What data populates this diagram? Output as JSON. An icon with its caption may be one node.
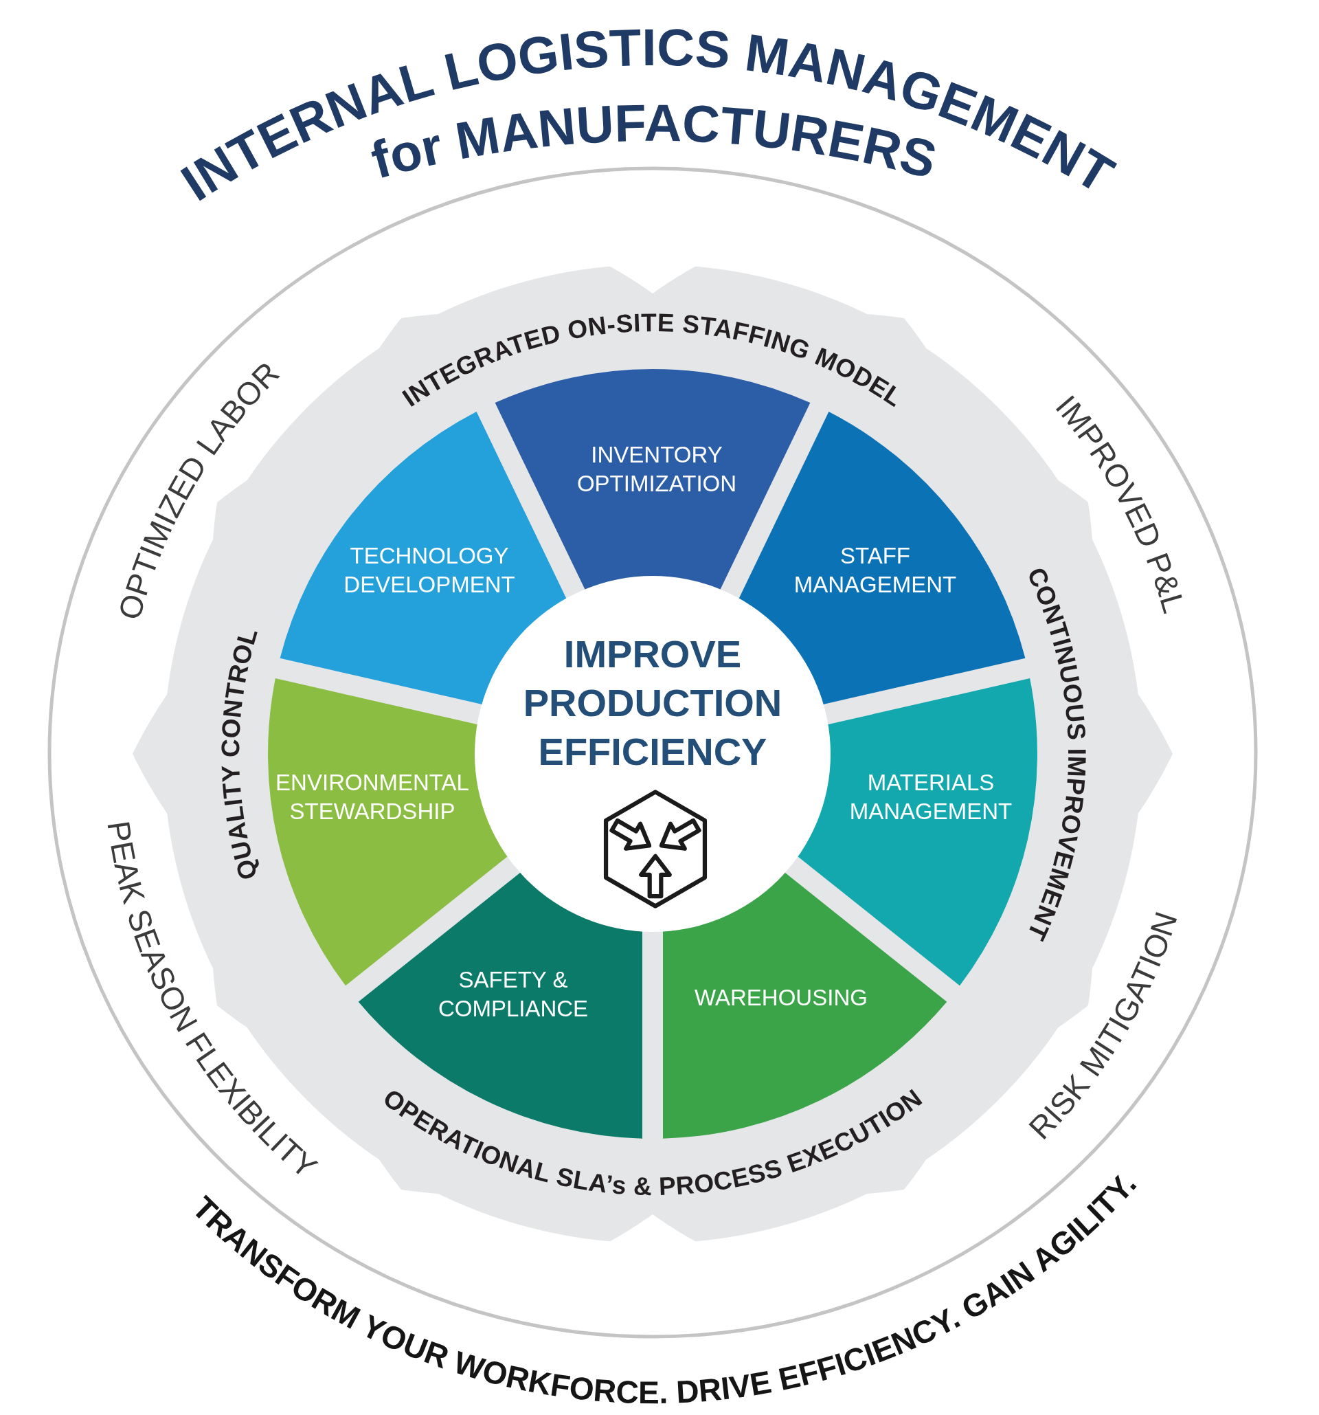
{
  "diagram": {
    "title": "INTERNAL LOGISTICS MANAGEMENT for MANUFACTURERS",
    "nodes": [
      {
        "text": [
          "OPTIMIZED LABOR",
          "IMPROVED P&L",
          "RISK MITIGATION",
          "PEAK SEASON FLEXIBILITY"
        ]
      },
      {
        "text": [
          "INTEGRATED ON-SITE STAFFING MODEL",
          "CONTINUOUS IMPROVEMENT",
          "OPERATIONAL SLA’s & PROCESS EXECUTION",
          "QUALITY CONTROL"
        ],
        "in": 0
      },
      {
        "text": [
          "INVENTORY OPTIMIZATION"
        ],
        "in": 1
      },
      {
        "text": [
          "STAFF MANAGEMENT"
        ],
        "in": 1
      },
      {
        "text": [
          "MATERIALS MANAGEMENT"
        ],
        "in": 1
      },
      {
        "text": [
          "WAREHOUSING"
        ],
        "in": 1
      },
      {
        "text": [
          "SAFETY & COMPLIANCE"
        ],
        "in": 1
      },
      {
        "text": [
          "ENVIRONMENTAL STEWARDSHIP"
        ],
        "in": 1
      },
      {
        "text": [
          "TECHNOLOGY DEVELOPMENT"
        ],
        "in": 1
      },
      {
        "text": [
          "IMPROVE PRODUCTION EFFICIENCY"
        ],
        "in": 1
      }
    ],
    "labels": [
      "TRANSFORM YOUR WORKFORCE. DRIVE EFFICIENCY. GAIN AGILITY."
    ]
  }
}
